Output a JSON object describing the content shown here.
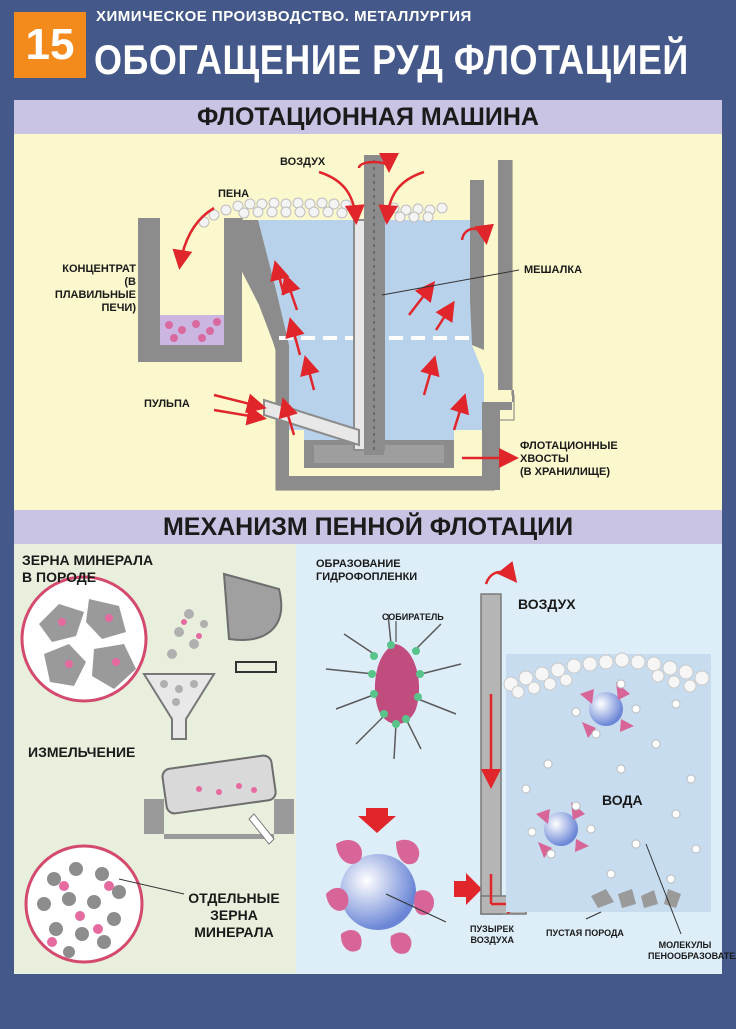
{
  "header": {
    "number": "15",
    "subtitle": "ХИМИЧЕСКОЕ ПРОИЗВОДСТВО. МЕТАЛЛУРГИЯ",
    "title": "ОБОГАЩЕНИЕ РУД ФЛОТАЦИЕЙ"
  },
  "machine": {
    "heading": "ФЛОТАЦИОННАЯ МАШИНА",
    "labels": {
      "air": "ВОЗДУХ",
      "foam": "ПЕНА",
      "concentrate": [
        "КОНЦЕНТРАТ",
        "(В ПЛАВИЛЬНЫЕ",
        "ПЕЧИ)"
      ],
      "stirrer": "МЕШАЛКА",
      "pulp": "ПУЛЬПА",
      "tails": [
        "ФЛОТАЦИОННЫЕ",
        "ХВОСТЫ",
        "(В ХРАНИЛИЩЕ)"
      ]
    }
  },
  "mechanism": {
    "heading": "МЕХАНИЗМ ПЕННОЙ ФЛОТАЦИИ",
    "left": {
      "grains_in_rock": [
        "ЗЕРНА МИНЕРАЛА",
        "В ПОРОДЕ"
      ],
      "grinding": "ИЗМЕЛЬЧЕНИЕ",
      "separate_grains": [
        "ОТДЕЛЬНЫЕ",
        "ЗЕРНА",
        "МИНЕРАЛА"
      ]
    },
    "right": {
      "film": [
        "ОБРАЗОВАНИЕ",
        "ГИДРОФОПЛЕНКИ"
      ],
      "collector": "СОБИРАТЕЛЬ",
      "air": "ВОЗДУХ",
      "water": "ВОДА",
      "bubble": [
        "ПУЗЫРЕК",
        "ВОЗДУХА"
      ],
      "gangue": "ПУСТАЯ ПОРОДА",
      "frother": [
        "МОЛЕКУЛЫ",
        "ПЕНООБРАЗОВАТЕЛЯ"
      ]
    }
  },
  "colors": {
    "background": "#44598a",
    "badge": "#f28a1c",
    "arrow": "#e0262b",
    "panel_top": "#fbf8cd",
    "heading_bar": "#c9c4e3"
  }
}
